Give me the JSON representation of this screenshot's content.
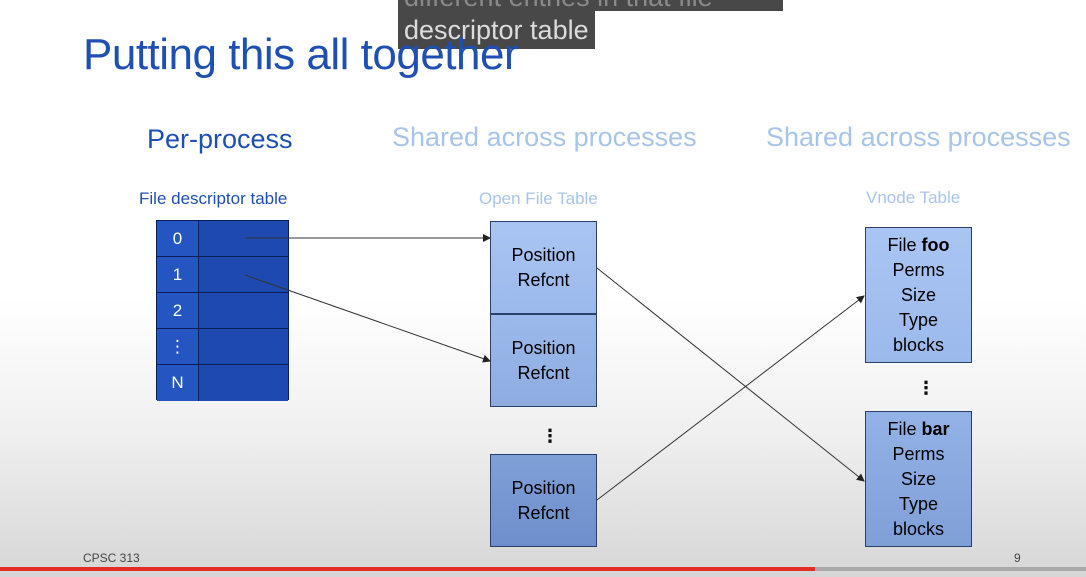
{
  "caption": {
    "line1": "different entries in that file",
    "line2": "descriptor table"
  },
  "slide": {
    "title": "Putting this all together",
    "headings": {
      "per_process": "Per-process",
      "shared_1": "Shared across processes",
      "shared_2": "Shared across processes"
    },
    "fd_table": {
      "label": "File descriptor table",
      "rows": [
        "0",
        "1",
        "2",
        "⋮",
        "N"
      ]
    },
    "open_file_table": {
      "label": "Open File Table",
      "entries": [
        {
          "line1": "Position",
          "line2": "Refcnt"
        },
        {
          "line1": "Position",
          "line2": "Refcnt"
        },
        {
          "line1": "Position",
          "line2": "Refcnt"
        }
      ],
      "ellipsis": "⋮"
    },
    "vnode_table": {
      "label": "Vnode Table",
      "entries": [
        {
          "file_prefix": "File ",
          "file_name": "foo",
          "fields": [
            "Perms",
            "Size",
            "Type",
            "blocks"
          ]
        },
        {
          "file_prefix": "File ",
          "file_name": "bar",
          "fields": [
            "Perms",
            "Size",
            "Type",
            "blocks"
          ]
        }
      ],
      "ellipsis": "⋮"
    },
    "footer": {
      "course": "CPSC 313",
      "page": "9"
    }
  },
  "player": {
    "progress": 0.75
  },
  "colors": {
    "title_blue": "#1f4fb3",
    "light_blue_text": "#a8c4e8",
    "fd_dark": "#1d49b0",
    "box_top": "#a6c3f2",
    "box_bottom": "#6c8fcf",
    "progress_red": "#e52d27"
  }
}
